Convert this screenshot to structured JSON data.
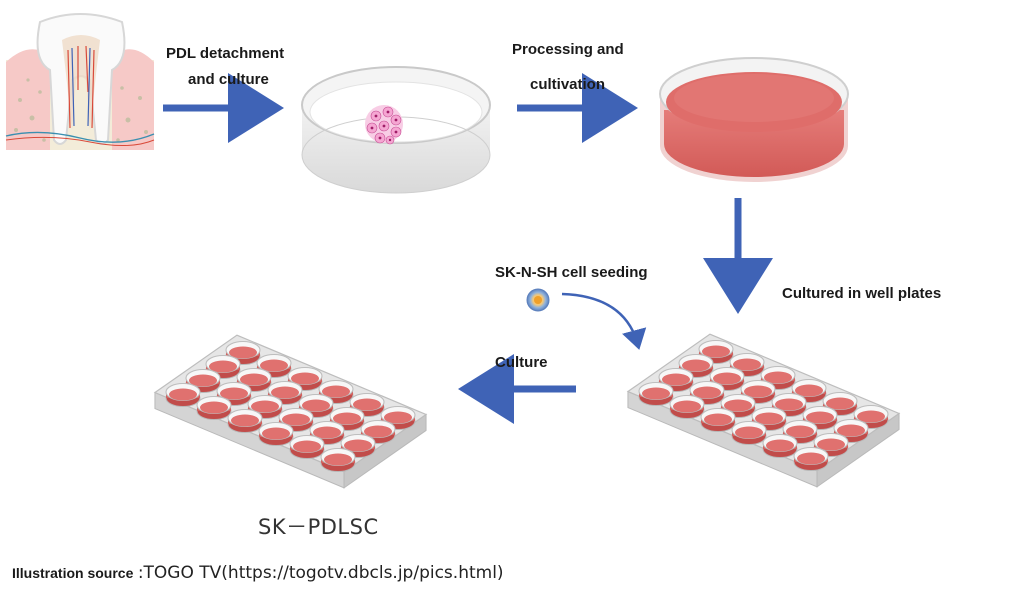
{
  "steps": {
    "detach": [
      "PDL detachment",
      "and culture"
    ],
    "process": [
      "Processing and",
      "cultivation"
    ],
    "well": "Cultured in well plates",
    "seeding": "SK-N-SH cell seeding",
    "culture": "Culture"
  },
  "result_label": "SK－PDLSC",
  "credit": {
    "label": "Illustration source",
    "sep": ":",
    "value": "TOGO TV(https://togotv.dbcls.jp/pics.html)"
  },
  "colors": {
    "arrow": "#3f63b6",
    "medium": "#e0716f",
    "dish_rim": "#c9c9c9",
    "plate": "#e6e6e6"
  },
  "icons": {
    "tooth": "tooth-icon",
    "cell_cluster": "cell-cluster-icon",
    "cell": "cell-icon"
  }
}
